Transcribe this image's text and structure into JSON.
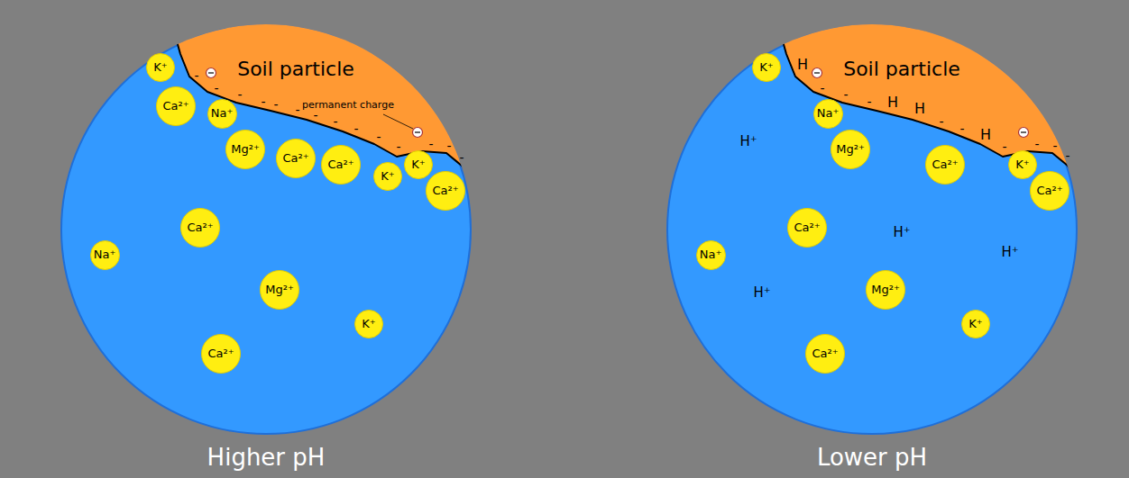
{
  "diagram": {
    "nodes": [
      {
        "text": [
          "Higher pH"
        ]
      },
      {
        "text": [
          "Soil particle"
        ],
        "in": 0
      },
      {
        "text": [
          "K⁺"
        ],
        "in": 0
      },
      {
        "text": [
          "Ca²⁺"
        ],
        "in": 0
      },
      {
        "text": [
          "Na⁺"
        ],
        "in": 0
      },
      {
        "text": [
          "Mg²⁺"
        ],
        "in": 0
      },
      {
        "text": [
          "Ca²⁺"
        ],
        "in": 0
      },
      {
        "text": [
          "Ca²⁺"
        ],
        "in": 0
      },
      {
        "text": [
          "K⁺"
        ],
        "in": 0
      },
      {
        "text": [
          "K⁺"
        ],
        "in": 0
      },
      {
        "text": [
          "Ca²⁺"
        ],
        "in": 0
      },
      {
        "text": [
          "Ca²⁺"
        ],
        "in": 0
      },
      {
        "text": [
          "Na⁺"
        ],
        "in": 0
      },
      {
        "text": [
          "Mg²⁺"
        ],
        "in": 0
      },
      {
        "text": [
          "K⁺"
        ],
        "in": 0
      },
      {
        "text": [
          "Ca²⁺"
        ],
        "in": 0
      },
      {
        "text": [
          "Lower pH"
        ]
      },
      {
        "text": [
          "Soil particle"
        ],
        "in": 16
      },
      {
        "text": [
          "K⁺"
        ],
        "in": 16
      },
      {
        "text": [
          "Na⁺"
        ],
        "in": 16
      },
      {
        "text": [
          "Mg²⁺"
        ],
        "in": 16
      },
      {
        "text": [
          "Ca²⁺"
        ],
        "in": 16
      },
      {
        "text": [
          "K⁺"
        ],
        "in": 16
      },
      {
        "text": [
          "Ca²⁺"
        ],
        "in": 16
      },
      {
        "text": [
          "Ca²⁺"
        ],
        "in": 16
      },
      {
        "text": [
          "Na⁺"
        ],
        "in": 16
      },
      {
        "text": [
          "Mg²⁺"
        ],
        "in": 16
      },
      {
        "text": [
          "K⁺"
        ],
        "in": 16
      },
      {
        "text": [
          "Ca²⁺"
        ],
        "in": 16
      }
    ],
    "labels": [
      "permanent charge",
      "-",
      "-",
      "-",
      "-",
      "-",
      "-",
      "-",
      "-",
      "-",
      "-",
      "-",
      "-",
      "-",
      "-",
      "H",
      "H",
      "H",
      "H",
      "H⁺",
      "H⁺",
      "H⁺",
      "H⁺",
      "-",
      "-",
      "-",
      "-",
      "-",
      "-",
      "-",
      "-",
      "-"
    ]
  }
}
